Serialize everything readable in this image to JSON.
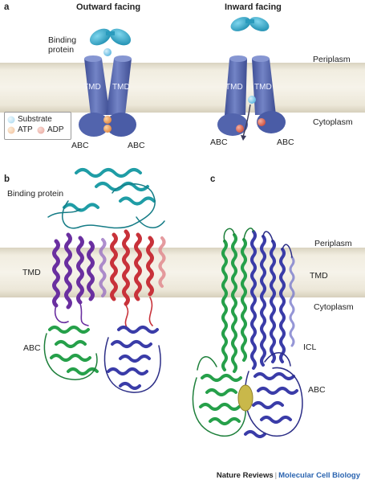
{
  "panels": {
    "a": "a",
    "b": "b",
    "c": "c"
  },
  "panel_a": {
    "outward_title": "Outward facing",
    "inward_title": "Inward facing",
    "binding_protein_line1": "Binding",
    "binding_protein_line2": "protein",
    "tmd": "TMD",
    "abc": "ABC",
    "periplasm": "Periplasm",
    "cytoplasm": "Cytoplasm",
    "legend": {
      "substrate": "Substrate",
      "atp": "ATP",
      "adp": "ADP"
    }
  },
  "panel_b": {
    "binding_protein": "Binding protein",
    "tmd": "TMD",
    "abc": "ABC"
  },
  "panel_c": {
    "periplasm": "Periplasm",
    "tmd": "TMD",
    "cytoplasm": "Cytoplasm",
    "icl": "ICL",
    "abc": "ABC"
  },
  "footer": {
    "journal": "Nature Reviews",
    "separator": "|",
    "subjournal": "Molecular Cell Biology"
  },
  "colors": {
    "membrane": "#ebe6d6",
    "tmd_blue": "#5a6fb5",
    "binding_cyan": "#3fb1cf",
    "substrate": "#8fd0ec",
    "atp": "#f0a35c",
    "adp": "#e0705a",
    "helix_purple": "#6a2fa0",
    "helix_red": "#c8323a",
    "helix_green": "#26a04a",
    "helix_navy": "#3a3ca8",
    "helix_teal": "#1f9da6",
    "ligand": "#c9b84a"
  }
}
